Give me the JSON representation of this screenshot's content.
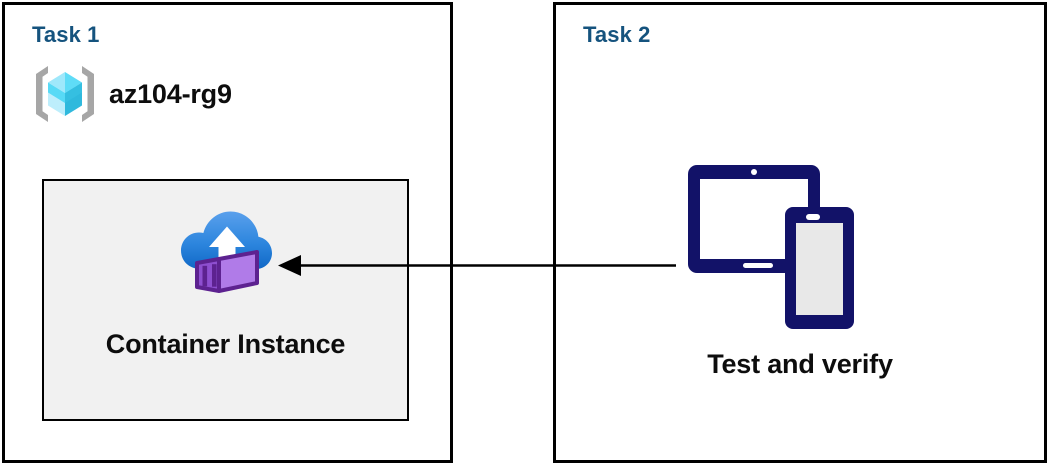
{
  "diagram": {
    "panels": [
      {
        "id": "task1",
        "title": "Task 1",
        "resource_group": {
          "icon": "azure-resource-group-icon",
          "label": "az104-rg9"
        },
        "resource_card": {
          "icon": "azure-container-instance-icon",
          "label": "Container Instance"
        }
      },
      {
        "id": "task2",
        "title": "Task 2",
        "device": {
          "icon": "tablet-and-phone-devices-icon",
          "label": "Test and verify"
        }
      }
    ],
    "connector": {
      "name": "flow-arrow",
      "direction": "right-to-left",
      "from": "Test and verify",
      "to": "Container Instance"
    },
    "colors": {
      "heading": "#15537e",
      "panel_border": "#000000",
      "card_fill": "#f1f1f1",
      "card_border": "#000000",
      "device_navy": "#121268",
      "device_screen": "#e8e8e8",
      "cloud_blue_light": "#4a94e8",
      "cloud_blue_dark": "#1571cc",
      "container_purple_light": "#b07be8",
      "container_purple_dark": "#6b2f9e",
      "cube_cyan_light": "#9fe8fb",
      "cube_cyan_mid": "#3ad4f5",
      "cube_cyan_dark": "#29b6d8",
      "bracket_gray": "#a6a6a6",
      "arrow": "#000000",
      "text": "#0d0d0d"
    }
  }
}
